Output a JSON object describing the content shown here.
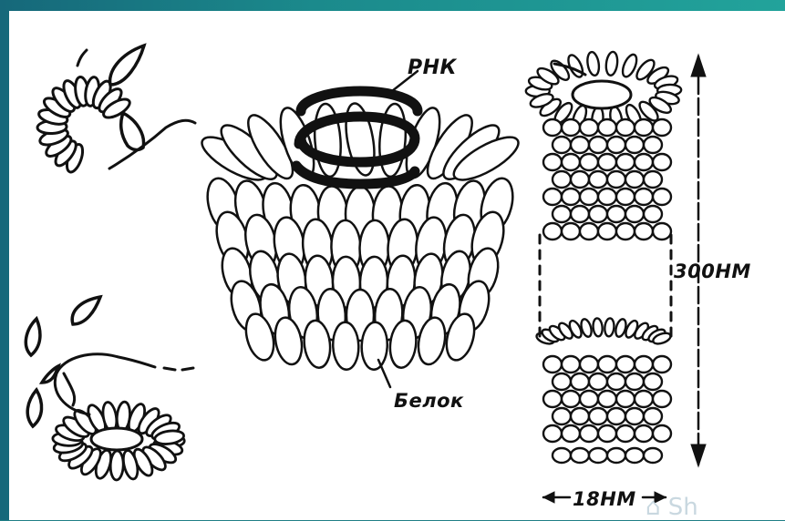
{
  "labels": {
    "rna": "РНК",
    "protein": "Белок",
    "length": "300НМ",
    "diameter": "18НМ"
  },
  "watermark": "⌂ Sh",
  "colors": {
    "frame": "#1b8a8c",
    "ink": "#111111",
    "panel": "#ffffff"
  }
}
